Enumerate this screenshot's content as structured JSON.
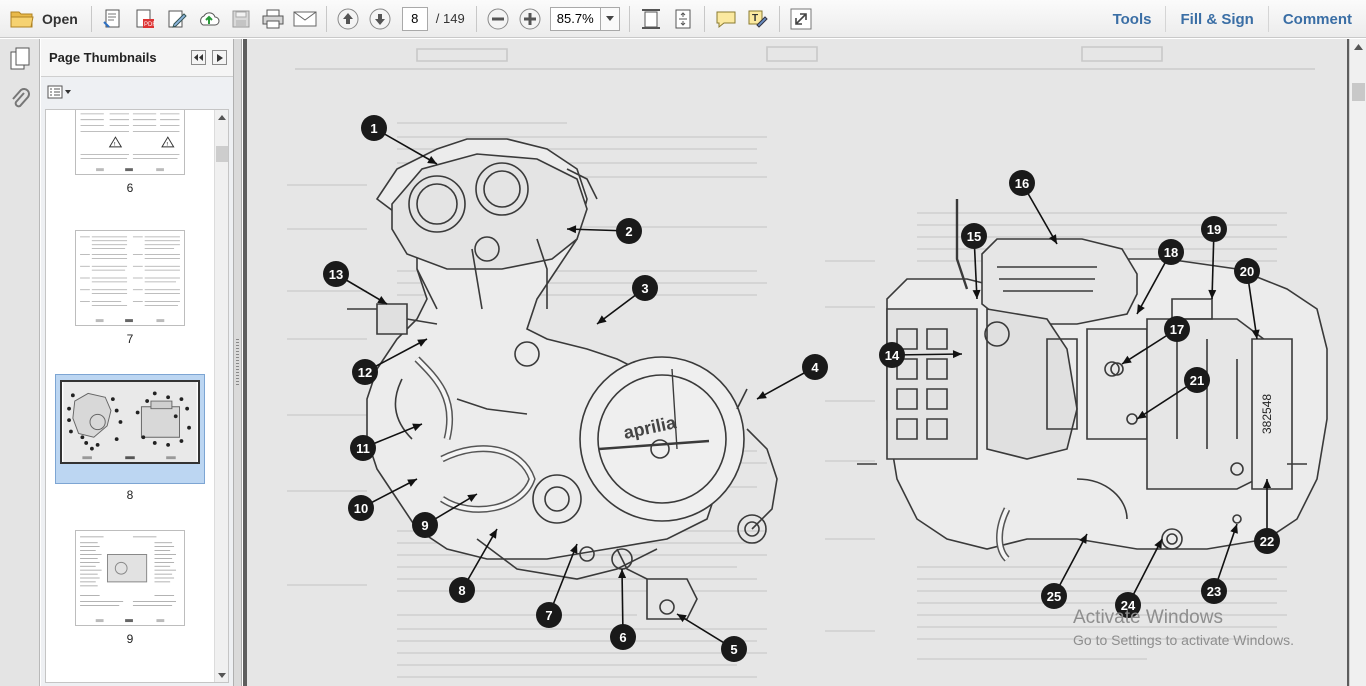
{
  "toolbar": {
    "open_label": "Open",
    "page_current": "8",
    "page_total": "/ 149",
    "zoom": "85.7%",
    "right_links": [
      "Tools",
      "Fill & Sign",
      "Comment"
    ]
  },
  "panel": {
    "title": "Page Thumbnails",
    "thumbnails": [
      {
        "label": "6"
      },
      {
        "label": "7"
      },
      {
        "label": "8"
      },
      {
        "label": "9"
      }
    ]
  },
  "diagram": {
    "part_code": "382548",
    "brand": "aprilia",
    "callouts": [
      "1",
      "2",
      "3",
      "4",
      "5",
      "6",
      "7",
      "8",
      "9",
      "10",
      "11",
      "12",
      "13",
      "14",
      "15",
      "16",
      "17",
      "18",
      "19",
      "20",
      "21",
      "22",
      "23",
      "24",
      "25"
    ]
  },
  "watermark": {
    "title": "Activate Windows",
    "subtitle": "Go to Settings to activate Windows."
  },
  "colors": {
    "accent_link": "#3a6ea5",
    "selection": "#bcd6f2",
    "document_bg": "#e6e6e6"
  }
}
